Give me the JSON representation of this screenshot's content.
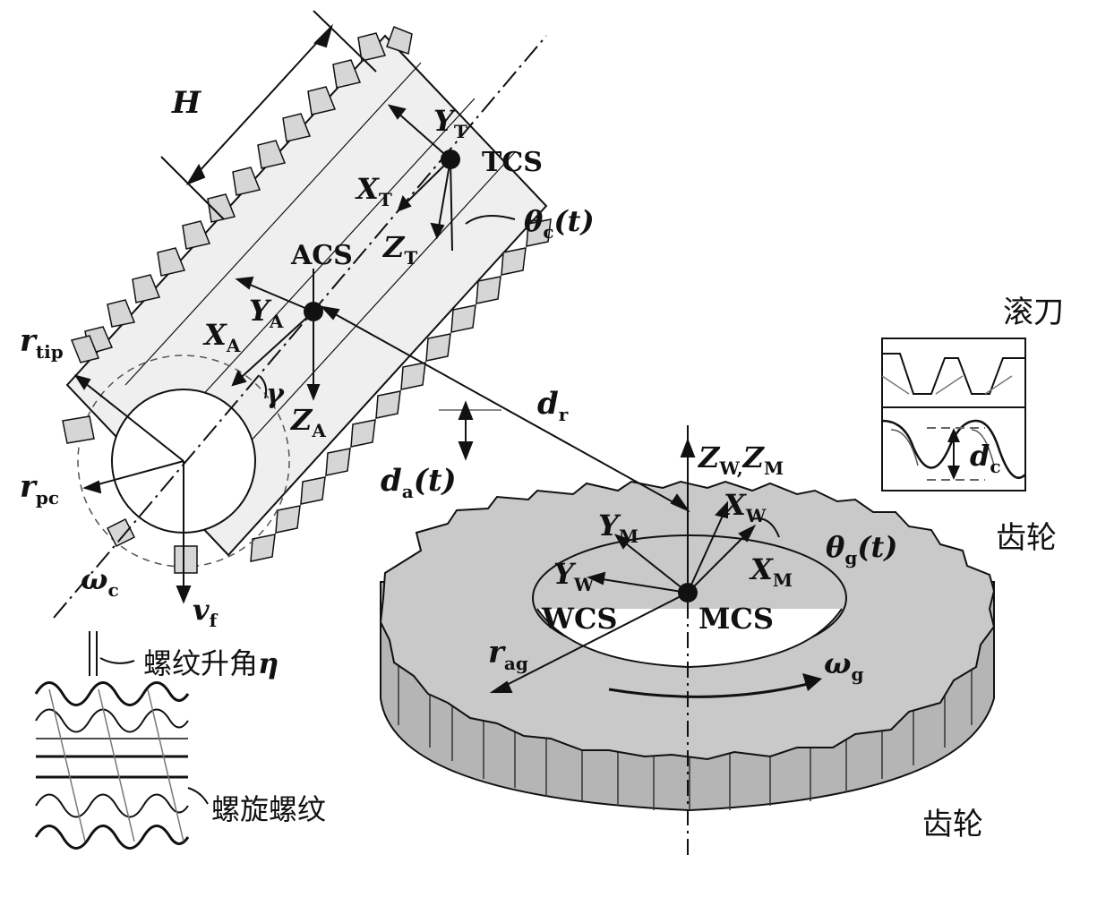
{
  "labels": {
    "H": "H",
    "TCS": "TCS",
    "ACS": "ACS",
    "WCS": "WCS",
    "MCS": "MCS",
    "YT": "Y",
    "YT_sub": "T",
    "XT": "X",
    "XT_sub": "T",
    "ZT": "Z",
    "ZT_sub": "T",
    "YA": "Y",
    "YA_sub": "A",
    "XA": "X",
    "XA_sub": "A",
    "ZA": "Z",
    "ZA_sub": "A",
    "theta_c": "θ",
    "theta_c_sub": "c",
    "theta_c_arg": "(t)",
    "r_tip": "r",
    "r_tip_sub": "tip",
    "r_pc": "r",
    "r_pc_sub": "pc",
    "gamma": "γ",
    "omega_c": "ω",
    "omega_c_sub": "c",
    "v_f": "v",
    "v_f_sub": "f",
    "d_r": "d",
    "d_r_sub": "r",
    "d_a": "d",
    "d_a_sub": "a",
    "d_a_arg": "(t)",
    "ZW": "Z",
    "ZW_sub": "W,",
    "ZM": "Z",
    "ZM_sub": "M",
    "XW": "X",
    "XW_sub": "W",
    "YM": "Y",
    "YM_sub": "M",
    "YW": "Y",
    "YW_sub": "W",
    "XM": "X",
    "XM_sub": "M",
    "theta_g": "θ",
    "theta_g_sub": "g",
    "theta_g_arg": "(t)",
    "r_ag": "r",
    "r_ag_sub": "ag",
    "omega_g": "ω",
    "omega_g_sub": "g",
    "d_c": "d",
    "d_c_sub": "c",
    "hob_cn": "滚刀",
    "gear_cn_inset": "齿轮",
    "gear_cn": "齿轮",
    "lead_angle_cn": "螺纹升角",
    "eta": "η",
    "helix_cn": "螺旋螺纹"
  },
  "colors": {
    "gear_fill": "#c9c9c9",
    "gear_side": "#b3b3b3",
    "hob_body": "#efefef",
    "hob_tooth": "#d9d9d9",
    "ink": "#111111"
  }
}
